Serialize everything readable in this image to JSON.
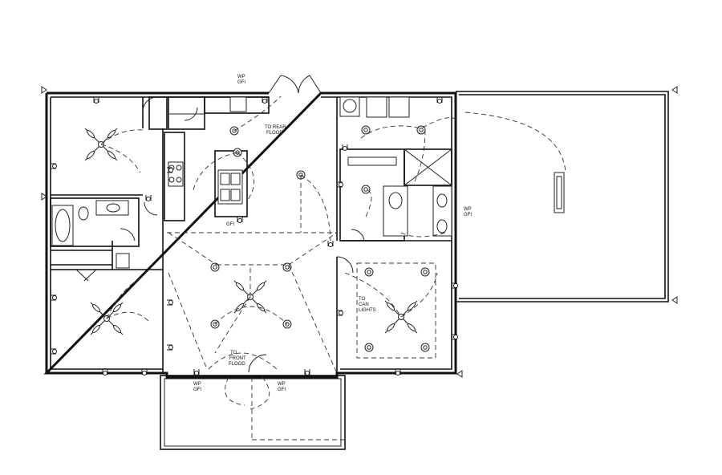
{
  "labels": {
    "to_rear_flood": [
      "TO REAR",
      "FLOOD"
    ],
    "to_front_flood": [
      "TO",
      "FRONT",
      "FLOOD"
    ],
    "to_can_lights": [
      "TO",
      "CAN",
      "LIGHTS"
    ],
    "wp_gfi": [
      "WP",
      "GFI"
    ],
    "gfi": "GFI"
  },
  "legend": {
    "ceiling_fans": 4,
    "can_lights": 4,
    "outlets": "duplex receptacles"
  }
}
